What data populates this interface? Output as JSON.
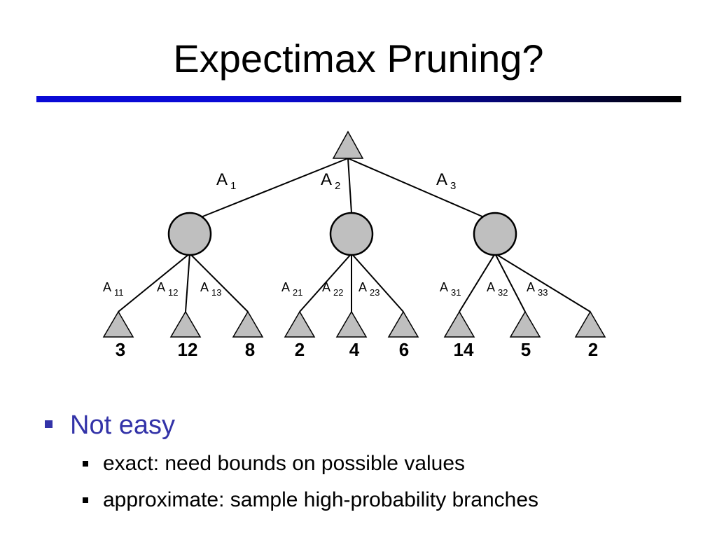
{
  "slide": {
    "title": "Expectimax Pruning?"
  },
  "tree": {
    "root": {
      "type": "max",
      "shape": "triangle-up"
    },
    "actions": [
      {
        "label": "A",
        "sub": "1",
        "chance_node": "circle",
        "children": [
          {
            "label": "A",
            "sub": "11",
            "value": "3"
          },
          {
            "label": "A",
            "sub": "12",
            "value": "12"
          },
          {
            "label": "A",
            "sub": "13",
            "value": "8"
          }
        ]
      },
      {
        "label": "A",
        "sub": "2",
        "chance_node": "circle",
        "children": [
          {
            "label": "A",
            "sub": "21",
            "value": "2"
          },
          {
            "label": "A",
            "sub": "22",
            "value": "4"
          },
          {
            "label": "A",
            "sub": "23",
            "value": "6"
          }
        ]
      },
      {
        "label": "A",
        "sub": "3",
        "chance_node": "circle",
        "children": [
          {
            "label": "A",
            "sub": "31",
            "value": "14"
          },
          {
            "label": "A",
            "sub": "32",
            "value": "5"
          },
          {
            "label": "A",
            "sub": "33",
            "value": "2"
          }
        ]
      }
    ],
    "colors": {
      "node_fill": "#bfbfbf",
      "stroke": "#000000"
    }
  },
  "bullets": [
    {
      "text": "Not easy",
      "sub": [
        {
          "text": "exact: need bounds on possible values"
        },
        {
          "text": "approximate: sample high-probability branches"
        }
      ]
    }
  ]
}
